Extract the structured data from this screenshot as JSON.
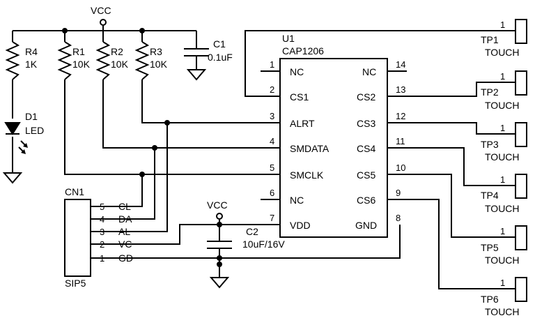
{
  "power": {
    "net": "VCC"
  },
  "resistors": [
    {
      "ref": "R4",
      "value": "1K"
    },
    {
      "ref": "R1",
      "value": "10K"
    },
    {
      "ref": "R2",
      "value": "10K"
    },
    {
      "ref": "R3",
      "value": "10K"
    }
  ],
  "capacitors": [
    {
      "ref": "C1",
      "value": "0.1uF"
    },
    {
      "ref": "C2",
      "value": "10uF/16V"
    }
  ],
  "led": {
    "ref": "D1",
    "value": "LED"
  },
  "ic": {
    "ref": "U1",
    "part": "CAP1206",
    "left_pins": [
      {
        "num": "1",
        "name": "NC"
      },
      {
        "num": "2",
        "name": "CS1"
      },
      {
        "num": "3",
        "name": "ALRT"
      },
      {
        "num": "4",
        "name": "SMDATA"
      },
      {
        "num": "5",
        "name": "SMCLK"
      },
      {
        "num": "6",
        "name": "NC"
      },
      {
        "num": "7",
        "name": "VDD"
      }
    ],
    "right_pins": [
      {
        "num": "14",
        "name": "NC"
      },
      {
        "num": "13",
        "name": "CS2"
      },
      {
        "num": "12",
        "name": "CS3"
      },
      {
        "num": "11",
        "name": "CS4"
      },
      {
        "num": "10",
        "name": "CS5"
      },
      {
        "num": "9",
        "name": "CS6"
      },
      {
        "num": "8",
        "name": "GND"
      }
    ]
  },
  "connector": {
    "ref": "CN1",
    "part": "SIP5",
    "pins": [
      {
        "num": "5",
        "name": "CL"
      },
      {
        "num": "4",
        "name": "DA"
      },
      {
        "num": "3",
        "name": "AL"
      },
      {
        "num": "2",
        "name": "VC"
      },
      {
        "num": "1",
        "name": "GD"
      }
    ]
  },
  "touch_pads": [
    {
      "ref": "TP1",
      "pin": "1",
      "label": "TOUCH"
    },
    {
      "ref": "TP2",
      "pin": "1",
      "label": "TOUCH"
    },
    {
      "ref": "TP3",
      "pin": "1",
      "label": "TOUCH"
    },
    {
      "ref": "TP4",
      "pin": "1",
      "label": "TOUCH"
    },
    {
      "ref": "TP5",
      "pin": "1",
      "label": "TOUCH"
    },
    {
      "ref": "TP6",
      "pin": "1",
      "label": "TOUCH"
    }
  ]
}
